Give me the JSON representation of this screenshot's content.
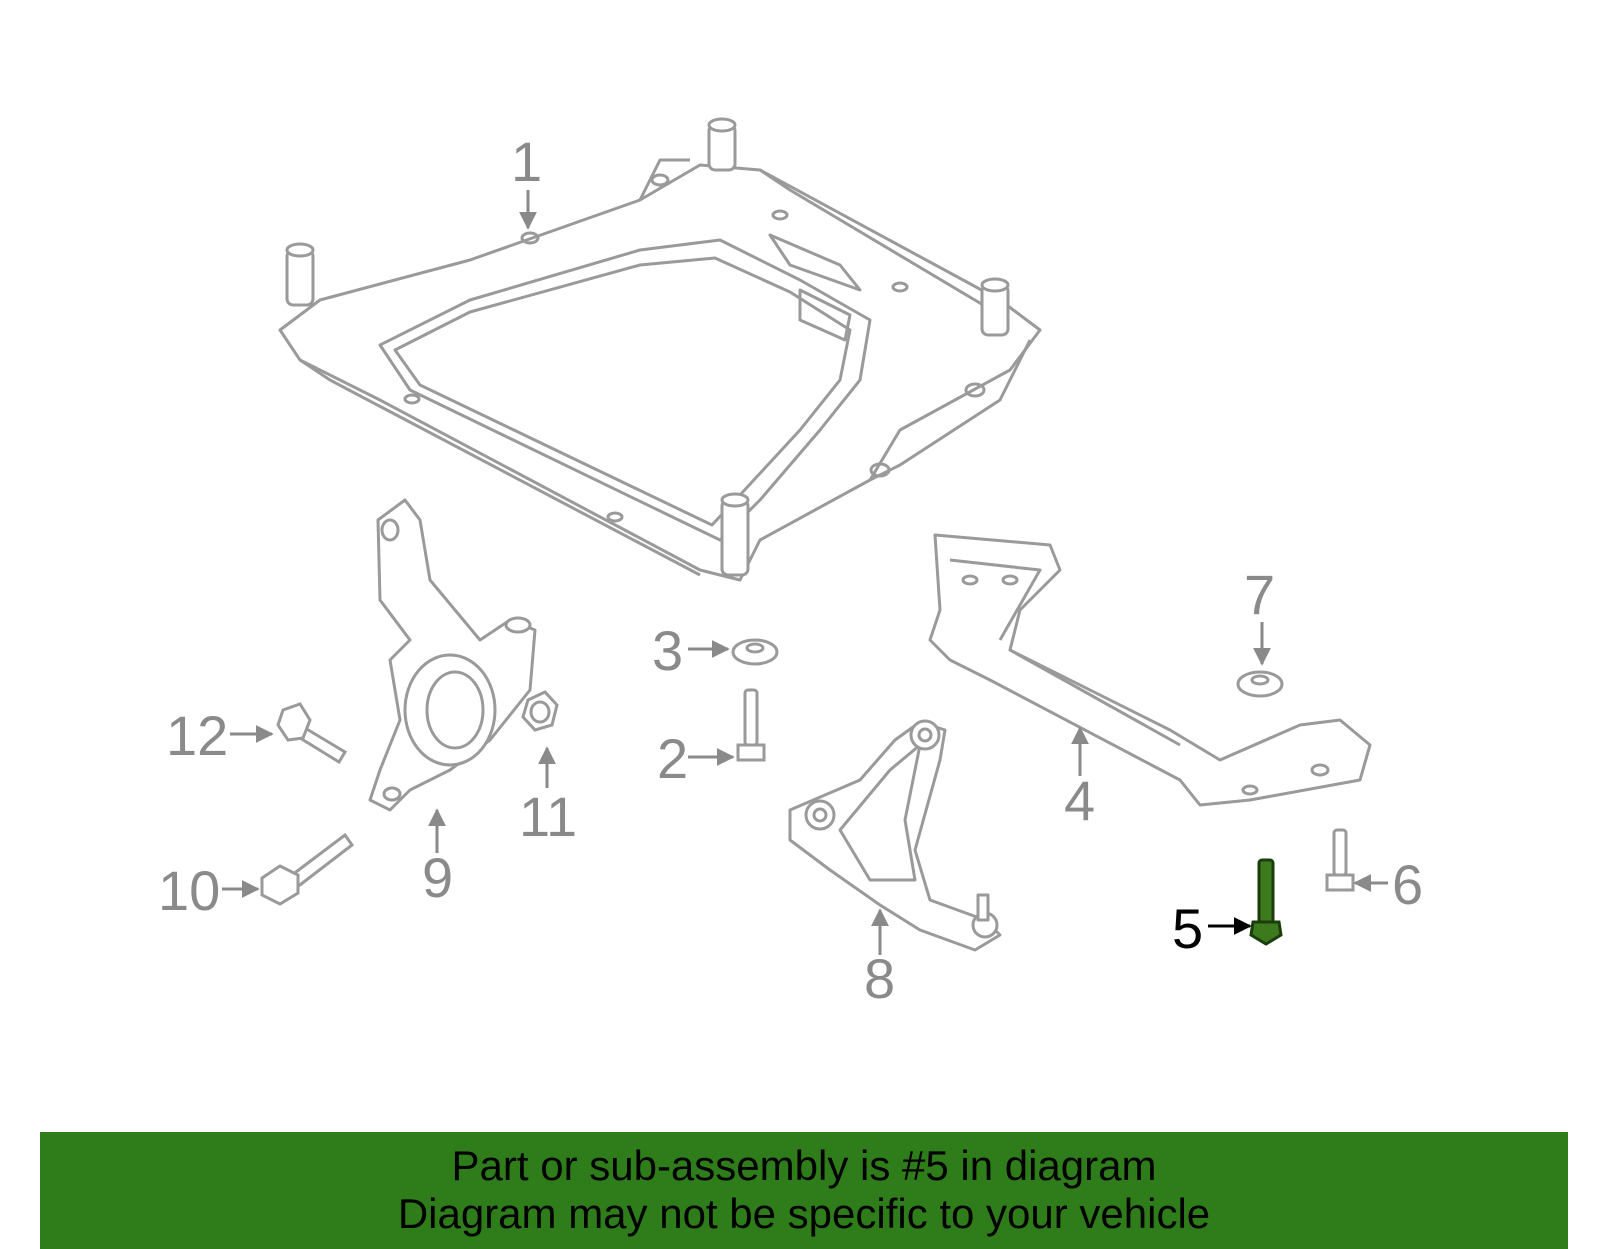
{
  "colors": {
    "part_stroke": "#9a9a9a",
    "callout_gray": "#8a8a8a",
    "highlight": "#3d7a1e",
    "banner_bg": "#2e7d1a",
    "banner_text": "#000000"
  },
  "callouts": [
    {
      "id": "c1",
      "label": "1"
    },
    {
      "id": "c2",
      "label": "2"
    },
    {
      "id": "c3",
      "label": "3"
    },
    {
      "id": "c4",
      "label": "4"
    },
    {
      "id": "c5",
      "label": "5",
      "highlighted": true
    },
    {
      "id": "c6",
      "label": "6"
    },
    {
      "id": "c7",
      "label": "7"
    },
    {
      "id": "c8",
      "label": "8"
    },
    {
      "id": "c9",
      "label": "9"
    },
    {
      "id": "c10",
      "label": "10"
    },
    {
      "id": "c11",
      "label": "11"
    },
    {
      "id": "c12",
      "label": "12"
    }
  ],
  "banner": {
    "line1": "Part or sub-assembly is #5 in diagram",
    "line2": "Diagram may not be specific to your vehicle"
  }
}
